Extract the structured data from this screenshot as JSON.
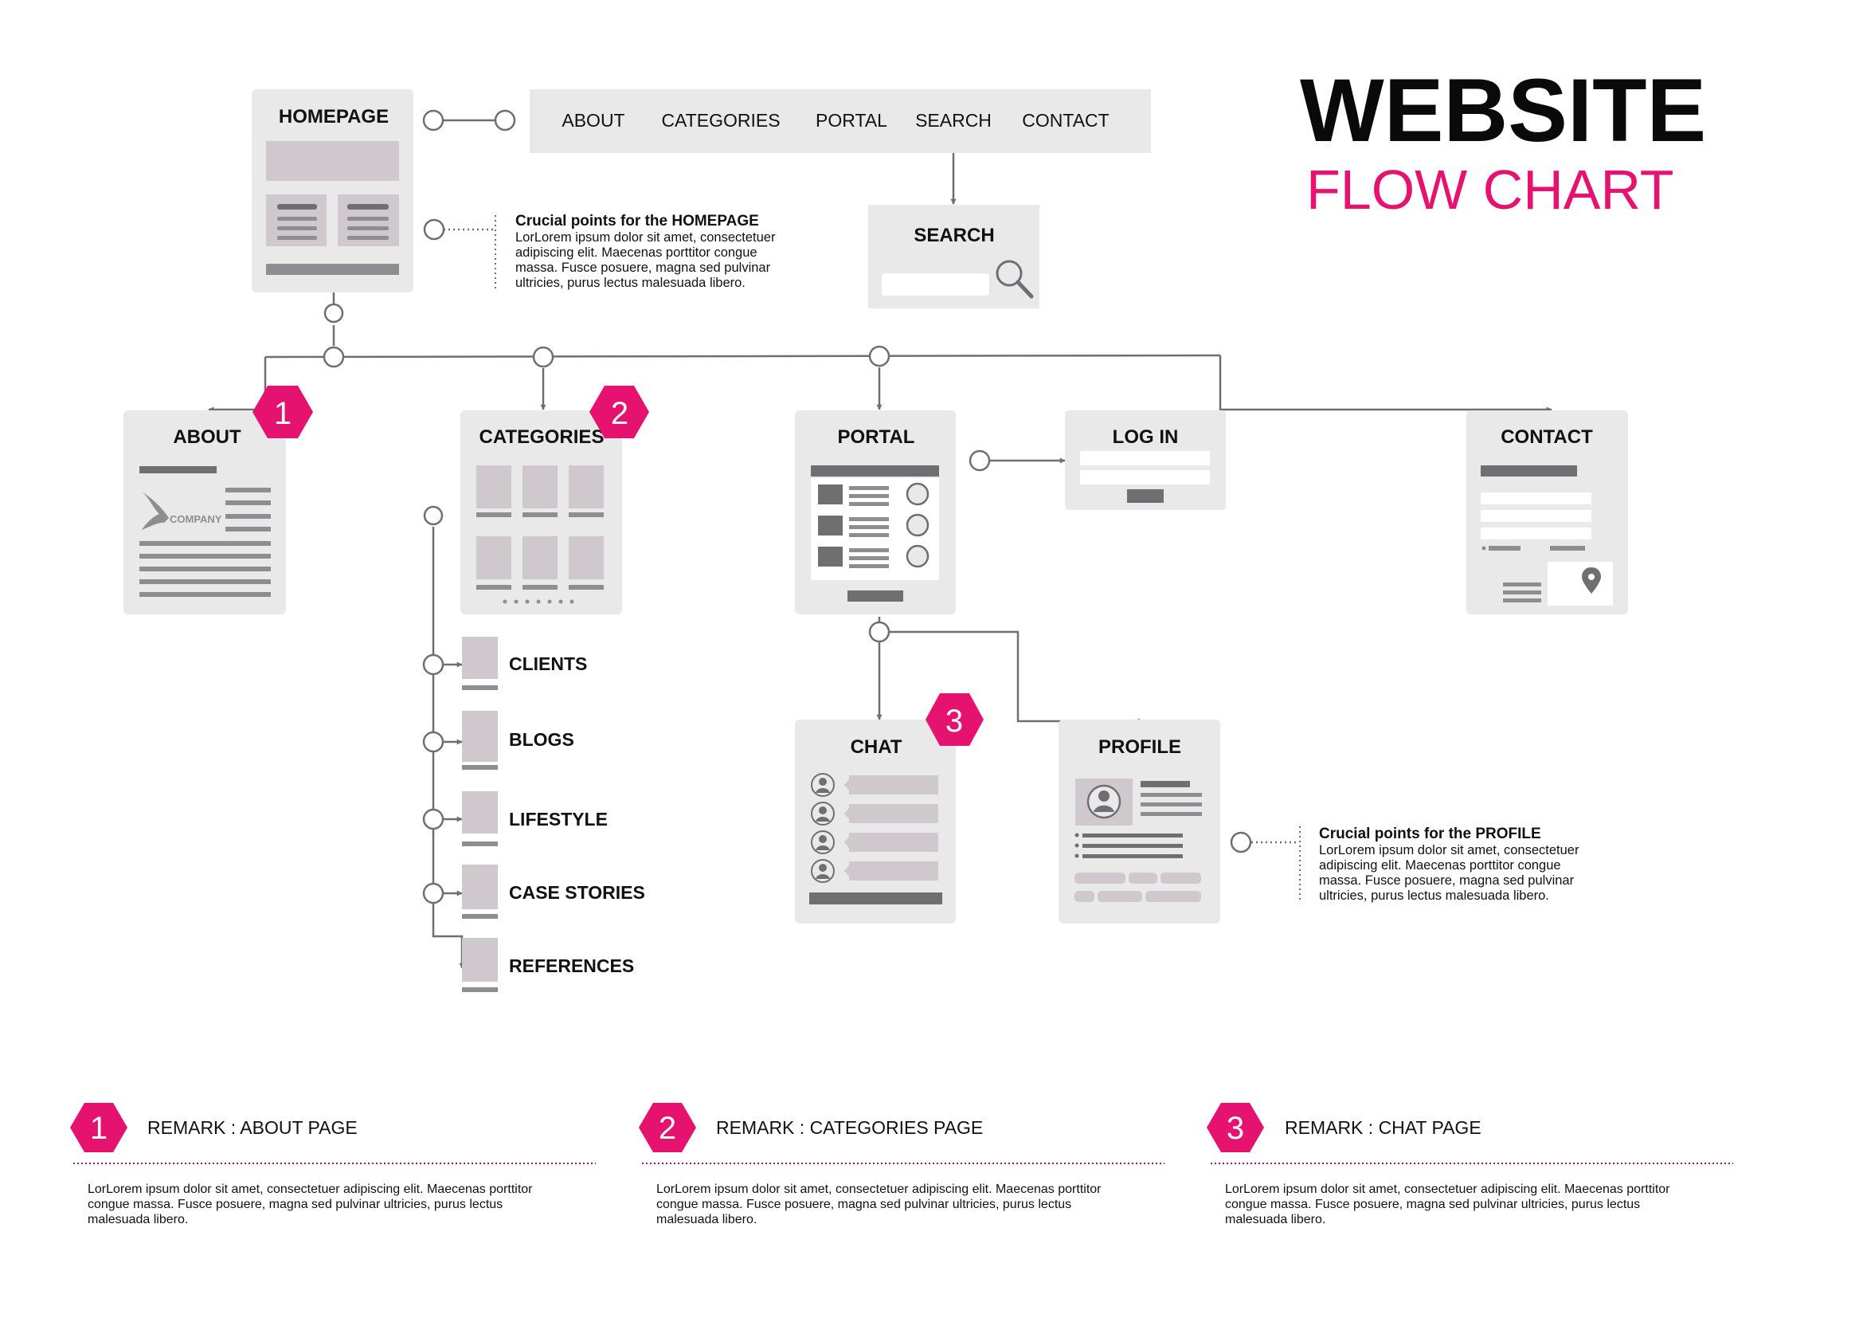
{
  "header": {
    "title_line1": "WEBSITE",
    "title_line2": "FLOW CHART",
    "accent_color": "#e5136f"
  },
  "homepage": {
    "label": "HOMEPAGE"
  },
  "nav": {
    "items": [
      "ABOUT",
      "CATEGORIES",
      "PORTAL",
      "SEARCH",
      "CONTACT"
    ]
  },
  "search": {
    "label": "SEARCH"
  },
  "notes": {
    "homepage": {
      "title": "Crucial points for the HOMEPAGE",
      "lines": [
        "LorLorem ipsum dolor sit amet, consectetuer",
        "adipiscing elit. Maecenas porttitor congue",
        "massa. Fusce posuere, magna sed pulvinar",
        "ultricies, purus lectus malesuada libero."
      ]
    },
    "profile": {
      "title": "Crucial points for the PROFILE",
      "lines": [
        "LorLorem ipsum dolor sit amet, consectetuer",
        "adipiscing elit. Maecenas porttitor congue",
        "massa. Fusce posuere, magna sed pulvinar",
        "ultricies, purus lectus malesuada libero."
      ]
    }
  },
  "pages": {
    "about": {
      "label": "ABOUT",
      "badge": "1",
      "logo_text": "COMPANY"
    },
    "categories": {
      "label": "CATEGORIES",
      "badge": "2"
    },
    "portal": {
      "label": "PORTAL"
    },
    "login": {
      "label": "LOG IN"
    },
    "contact": {
      "label": "CONTACT"
    },
    "chat": {
      "label": "CHAT",
      "badge": "3"
    },
    "profile": {
      "label": "PROFILE"
    }
  },
  "subpages": [
    "CLIENTS",
    "BLOGS",
    "LIFESTYLE",
    "CASE STORIES",
    "REFERENCES"
  ],
  "remarks": [
    {
      "num": "1",
      "title": "REMARK : ABOUT PAGE",
      "lines": [
        "LorLorem ipsum dolor sit amet, consectetuer adipiscing elit. Maecenas porttitor",
        "congue massa. Fusce posuere, magna sed pulvinar ultricies, purus lectus",
        "malesuada libero."
      ]
    },
    {
      "num": "2",
      "title": "REMARK : CATEGORIES PAGE",
      "lines": [
        "LorLorem ipsum dolor sit amet, consectetuer adipiscing elit. Maecenas porttitor",
        "congue massa. Fusce posuere, magna sed pulvinar ultricies, purus lectus",
        "malesuada libero."
      ]
    },
    {
      "num": "3",
      "title": "REMARK : CHAT PAGE",
      "lines": [
        "LorLorem ipsum dolor sit amet, consectetuer adipiscing elit. Maecenas porttitor",
        "congue massa. Fusce posuere, magna sed pulvinar ultricies, purus lectus",
        "malesuada libero."
      ]
    }
  ]
}
